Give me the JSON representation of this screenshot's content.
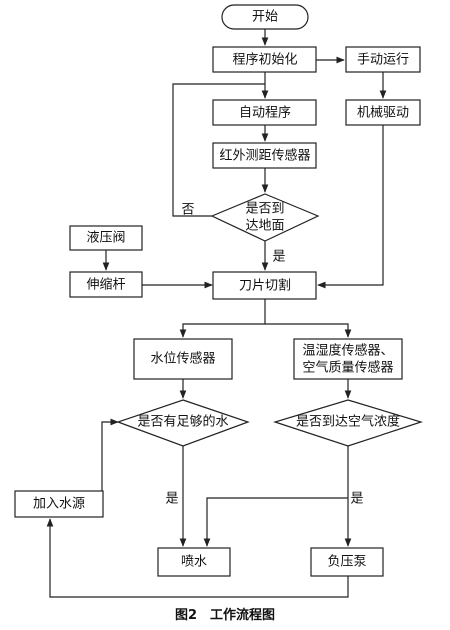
{
  "nodes": {
    "start": "开始",
    "init": "程序初始化",
    "manual": "手动运行",
    "auto": "自动程序",
    "mech": "机械驱动",
    "ir": "红外测距传感器",
    "decide_ground": [
      "是否到",
      "达地面"
    ],
    "valve": "液压阀",
    "rod": "伸缩杆",
    "blade": "刀片切割",
    "water_sensor": "水位传感器",
    "env_sensor": [
      "温湿度传感器、",
      "空气质量传感器"
    ],
    "decide_water": "是否有足够的水",
    "decide_air": "是否到达空气浓度",
    "add_water": "加入水源",
    "spray": "喷水",
    "pump": "负压泵"
  },
  "labels": {
    "no": "否",
    "yes_ground": "是",
    "yes_water": "是",
    "yes_air": "是"
  },
  "caption": "图2　工作流程图"
}
